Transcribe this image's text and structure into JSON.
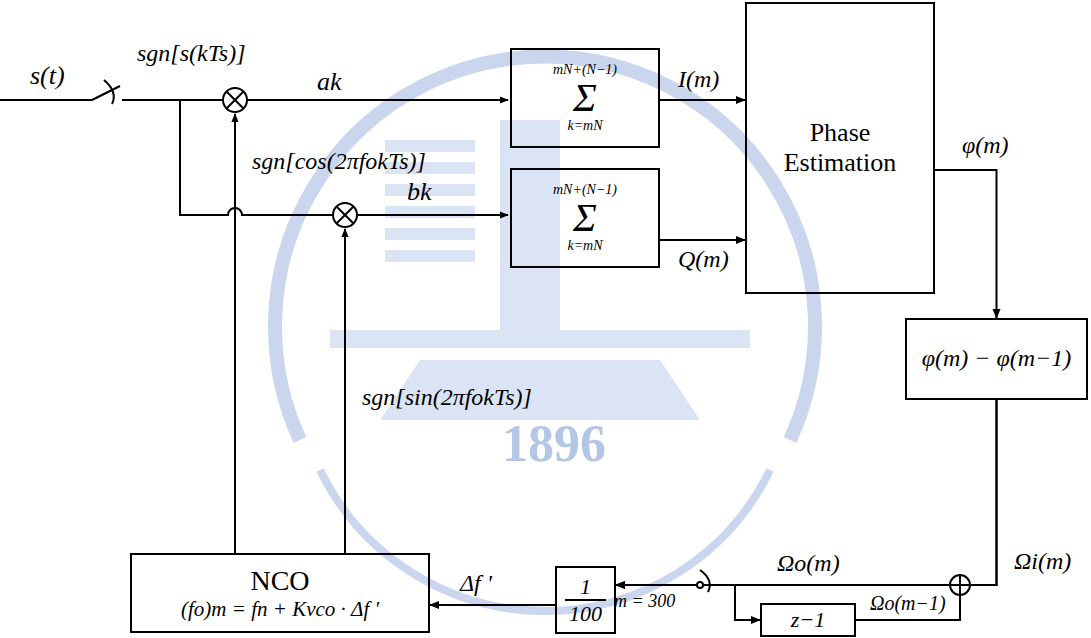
{
  "diagram": {
    "nodes": [
      {
        "text": [
          "mN+(N−1)",
          "Σ",
          "k=mN"
        ]
      },
      {
        "text": [
          "mN+(N−1)",
          "Σ",
          "k=mN"
        ]
      },
      {
        "text": [
          "Phase Estimation"
        ]
      },
      {
        "text": [
          "φ(m) − φ(m−1)"
        ]
      },
      {
        "text": [
          "NCO",
          "(fo)m = fn + Kvco · Δf '"
        ]
      },
      {
        "text": [
          "1",
          "100"
        ]
      },
      {
        "text": [
          "z−1"
        ]
      }
    ],
    "edges": [
      {
        "from": 0,
        "to": 2,
        "label": "I(m)",
        "arrow": "to"
      },
      {
        "from": 1,
        "to": 2,
        "label": "Q(m)",
        "arrow": "to"
      },
      {
        "from": 2,
        "to": 3,
        "label": "φ(m)",
        "arrow": "to"
      },
      {
        "from": 3,
        "to": 5,
        "arrow": "to"
      },
      {
        "from": 3,
        "to": 6,
        "arrow": "to"
      },
      {
        "from": 6,
        "to": 5,
        "arrow": "to"
      },
      {
        "from": 5,
        "to": 4,
        "label": "Δf '",
        "arrow": "to"
      }
    ],
    "labels": [
      "s(t)",
      "sgn[s(kTs)]",
      "ak",
      "bk",
      "sgn[cos(2πfokTs)]",
      "sgn[sin(2πfokTs)]",
      "Ωi(m)",
      "Ωo(m)",
      "m = 300",
      "Ωo(m−1)",
      "1896"
    ]
  }
}
